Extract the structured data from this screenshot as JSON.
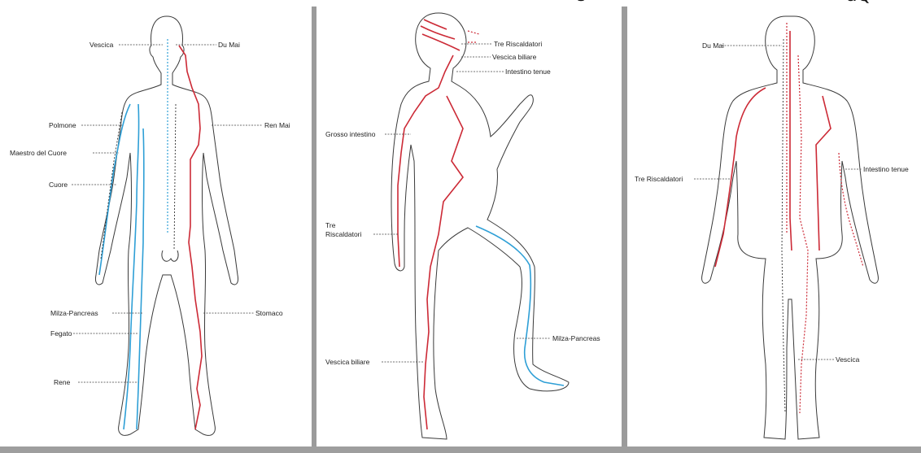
{
  "caption": {
    "fragments": [
      "",
      "Ú ",
      "ăQ"
    ]
  },
  "panels": {
    "front": {
      "labels": {
        "vescica": "Vescica",
        "du_mai": "Du Mai",
        "polmone": "Polmone",
        "ren_mai": "Ren Mai",
        "maestro": "Maestro del Cuore",
        "cuore": "Cuore",
        "milza": "Milza-Pancreas",
        "stomaco": "Stomaco",
        "fegato": "Fegato",
        "rene": "Rene"
      }
    },
    "side": {
      "labels": {
        "tre_risc_top": "Tre Riscaldatori",
        "vescica_biliare_top": "Vescica biliare",
        "intestino_tenue": "Intestino tenue",
        "grosso_intestino": "Grosso intestino",
        "tre_line1": "Tre",
        "tre_line2": "Riscaldatori",
        "milza": "Milza-Pancreas",
        "vescica_biliare_bottom": "Vescica biliare"
      }
    },
    "back": {
      "labels": {
        "du_mai": "Du Mai",
        "tre_risc": "Tre Riscaldatori",
        "intestino_tenue": "Intestino tenue",
        "vescica": "Vescica"
      }
    }
  },
  "colors": {
    "meridian_red": "#cc2a36",
    "meridian_blue": "#2e9fd6",
    "frame_gray": "#9b9b9b"
  }
}
